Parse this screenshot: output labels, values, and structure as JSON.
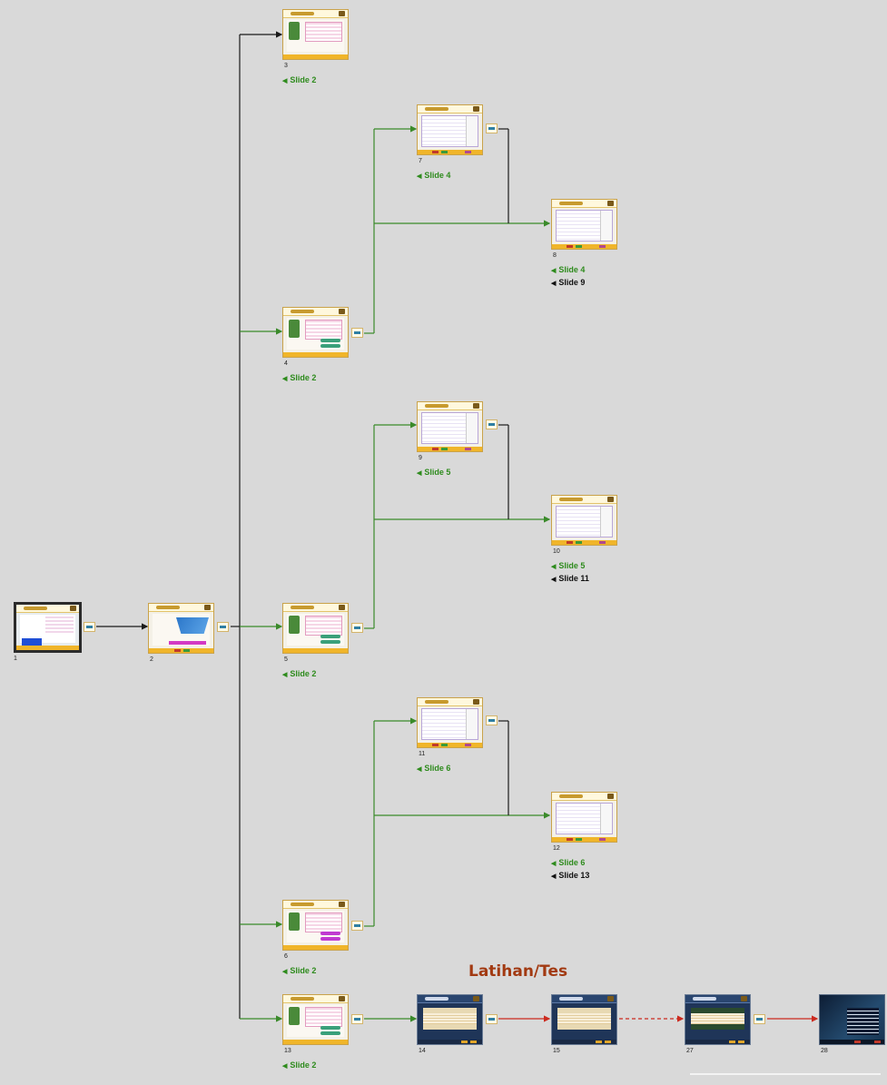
{
  "section_title": "Latihan/Tes",
  "slides": [
    {
      "num": "1",
      "links": []
    },
    {
      "num": "2",
      "links": []
    },
    {
      "num": "3",
      "links": [
        {
          "text": "Slide 2",
          "color": "green"
        }
      ]
    },
    {
      "num": "7",
      "links": [
        {
          "text": "Slide 4",
          "color": "green"
        }
      ]
    },
    {
      "num": "8",
      "links": [
        {
          "text": "Slide 4",
          "color": "green"
        },
        {
          "text": "Slide 9",
          "color": "black"
        }
      ]
    },
    {
      "num": "4",
      "links": [
        {
          "text": "Slide 2",
          "color": "green"
        }
      ]
    },
    {
      "num": "9",
      "links": [
        {
          "text": "Slide 5",
          "color": "green"
        }
      ]
    },
    {
      "num": "10",
      "links": [
        {
          "text": "Slide 5",
          "color": "green"
        },
        {
          "text": "Slide 11",
          "color": "black"
        }
      ]
    },
    {
      "num": "5",
      "links": [
        {
          "text": "Slide 2",
          "color": "green"
        }
      ]
    },
    {
      "num": "11",
      "links": [
        {
          "text": "Slide 6",
          "color": "green"
        }
      ]
    },
    {
      "num": "12",
      "links": [
        {
          "text": "Slide 6",
          "color": "green"
        },
        {
          "text": "Slide 13",
          "color": "black"
        }
      ]
    },
    {
      "num": "6",
      "links": [
        {
          "text": "Slide 2",
          "color": "green"
        }
      ]
    },
    {
      "num": "13",
      "links": [
        {
          "text": "Slide 2",
          "color": "green"
        }
      ]
    },
    {
      "num": "14",
      "links": []
    },
    {
      "num": "15",
      "links": []
    },
    {
      "num": "27",
      "links": []
    },
    {
      "num": "28",
      "links": []
    }
  ],
  "colors": {
    "background": "#d9d9d9",
    "link_green": "#2e8b1d",
    "link_black": "#111111",
    "section_title": "#a23a12",
    "wire_green": "#3a8a2a",
    "wire_black": "#1a1a1a",
    "wire_red": "#cc2a1f"
  }
}
